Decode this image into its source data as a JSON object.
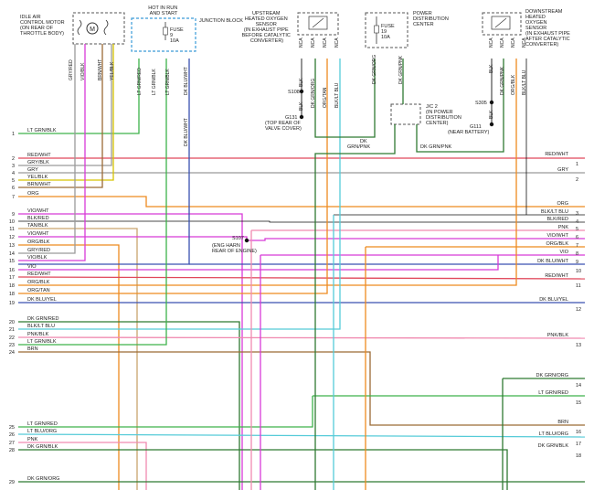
{
  "components": {
    "idle_motor": [
      "IDLE AIR",
      "CONTROL MOTOR",
      "(ON REAR OF",
      "THROTTLE BODY)"
    ],
    "idle_motor_symbol": "M",
    "junction_block": [
      "HOT IN RUN",
      "AND START"
    ],
    "junction_block_name": "JUNCTION BLOCK",
    "jb_fuse": [
      "FUSE",
      "9",
      "10A"
    ],
    "upstream_sensor": [
      "UPSTREAM",
      "HEATED OXYGEN",
      "SENSOR",
      "(IN EXHAUST PIPE",
      "BEFORE CATALYTIC",
      "CONVERTER)"
    ],
    "pdc": [
      "POWER",
      "DISTRIBUTION",
      "CENTER"
    ],
    "pdc_fuse": [
      "FUSE",
      "19",
      "10A"
    ],
    "downstream_sensor": [
      "DOWNSTREAM",
      "HEATED",
      "OXYGEN",
      "SENSOR",
      "(IN EXHAUST PIPE",
      "AFTER CATALYTIC",
      "CONVERTER)"
    ]
  },
  "splices": {
    "s108": "S108",
    "g131": [
      "G131",
      "(TOP REAR OF",
      "VALVE COVER)"
    ],
    "s107": [
      "S107",
      "(ENG HARN",
      "REAR OF ENGINE)"
    ],
    "s305": "S305",
    "g111": [
      "G111",
      "(NEAR BATTERY)"
    ],
    "jc2": [
      "J/C 2",
      "(IN POWER",
      "DISTRIBUTION",
      "CENTER)"
    ]
  },
  "vertical_labels": {
    "idle_motor": [
      "GRY/RED",
      "VIO/BLK",
      "BRN/WHT",
      "YEL/BLK"
    ],
    "junction_block": [
      "LT GRN/RED",
      "LT GRN/BLK",
      "LT GRN/BLK",
      "DK BLU/WHT"
    ],
    "upstream_sensor": [
      "BLK",
      "DK GRN/ORG",
      "ORG/TAN",
      "BLK/LT BLU"
    ],
    "upstream_pins": [
      "NCA",
      "NCA",
      "NCA",
      "NCA"
    ],
    "upstream_below_s108": "BLK",
    "pdc": [
      "DK GRN/ORG",
      "DK GRN/PNK"
    ],
    "downstream_sensor": [
      "BLK",
      "DK GRN/PNK",
      "ORG/BLK",
      "BLK/LT BLU"
    ],
    "downstream_pins": [
      "NCA",
      "NCA",
      "NCA",
      "NCA"
    ],
    "downstream_below_s305": "BLK",
    "dk_blu_wht": "DK BLU/WHT"
  },
  "mid_labels": {
    "dk_grn_pnk_left": [
      "DK",
      "GRN/PNK"
    ],
    "dk_grn_pnk_right": "DK GRN/PNK",
    "lt_grn_blk_top": "LT GRN/BLK"
  },
  "left_wires": [
    {
      "num": "1",
      "label": "LT GRN/BLK"
    },
    {
      "num": "2",
      "label": "RED/WHT"
    },
    {
      "num": "3",
      "label": "GRY/BLK"
    },
    {
      "num": "4",
      "label": "GRY"
    },
    {
      "num": "5",
      "label": "YEL/BLK"
    },
    {
      "num": "6",
      "label": "BRN/WHT"
    },
    {
      "num": "7",
      "label": "ORG"
    },
    {
      "num": "9",
      "label": "VIO/WHT"
    },
    {
      "num": "10",
      "label": "BLK/RED"
    },
    {
      "num": "11",
      "label": "TAN/BLK"
    },
    {
      "num": "12",
      "label": "VIO/WHT"
    },
    {
      "num": "13",
      "label": "ORG/BLK"
    },
    {
      "num": "14",
      "label": "GRY/RED"
    },
    {
      "num": "15",
      "label": "VIO/BLK"
    },
    {
      "num": "16",
      "label": "VIO"
    },
    {
      "num": "17",
      "label": "RED/WHT"
    },
    {
      "num": "18",
      "label": "ORG/BLK"
    },
    {
      "num": "18",
      "label": "ORG/TAN"
    },
    {
      "num": "19",
      "label": "DK BLU/YEL"
    },
    {
      "num": "20",
      "label": "DK GRN/RED"
    },
    {
      "num": "21",
      "label": "BLK/LT BLU"
    },
    {
      "num": "22",
      "label": "PNK/BLK"
    },
    {
      "num": "23",
      "label": "LT GRN/BLK"
    },
    {
      "num": "24",
      "label": "BRN"
    },
    {
      "num": "25",
      "label": "LT GRN/RED"
    },
    {
      "num": "26",
      "label": "LT BLU/ORG"
    },
    {
      "num": "27",
      "label": "PNK"
    },
    {
      "num": "28",
      "label": "DK GRN/BLK"
    },
    {
      "num": "29",
      "label": "DK GRN/ORG"
    }
  ],
  "right_wires": [
    {
      "num": "1",
      "label": "RED/WHT"
    },
    {
      "num": "2",
      "label": "GRY"
    },
    {
      "num": "3",
      "label": "ORG"
    },
    {
      "num": "4",
      "label": "BLK/LT BLU"
    },
    {
      "num": "5",
      "label": "BLK/RED"
    },
    {
      "num": "6",
      "label": "PNK"
    },
    {
      "num": "7",
      "label": "VIO/WHT"
    },
    {
      "num": "8",
      "label": "ORG/BLK"
    },
    {
      "num": "9",
      "label": "VIO"
    },
    {
      "num": "10",
      "label": "DK BLU/WHT"
    },
    {
      "num": "11",
      "label": "RED/WHT"
    },
    {
      "num": "12",
      "label": "DK BLU/YEL"
    },
    {
      "num": "13",
      "label": "PNK/BLK"
    },
    {
      "num": "14",
      "label": "DK GRN/ORG"
    },
    {
      "num": "15",
      "label": "LT GRN/RED"
    },
    {
      "num": "16",
      "label": "BRN"
    },
    {
      "num": "17",
      "label": "LT BLU/ORG"
    },
    {
      "num": "18",
      "label": "DK GRN/BLK"
    }
  ],
  "colors": {
    "lt_grn": "#3db24a",
    "red": "#e0475a",
    "gry": "#9a9a9a",
    "yel": "#d6c400",
    "brn": "#9b6a35",
    "org": "#ee8a1f",
    "vio": "#d83ad8",
    "blk": "#111111",
    "tan": "#c9a46e",
    "dk_blu": "#3a52b0",
    "dk_grn": "#2f7a32",
    "pnk": "#f08ab0",
    "lt_blu": "#55cbd8"
  }
}
